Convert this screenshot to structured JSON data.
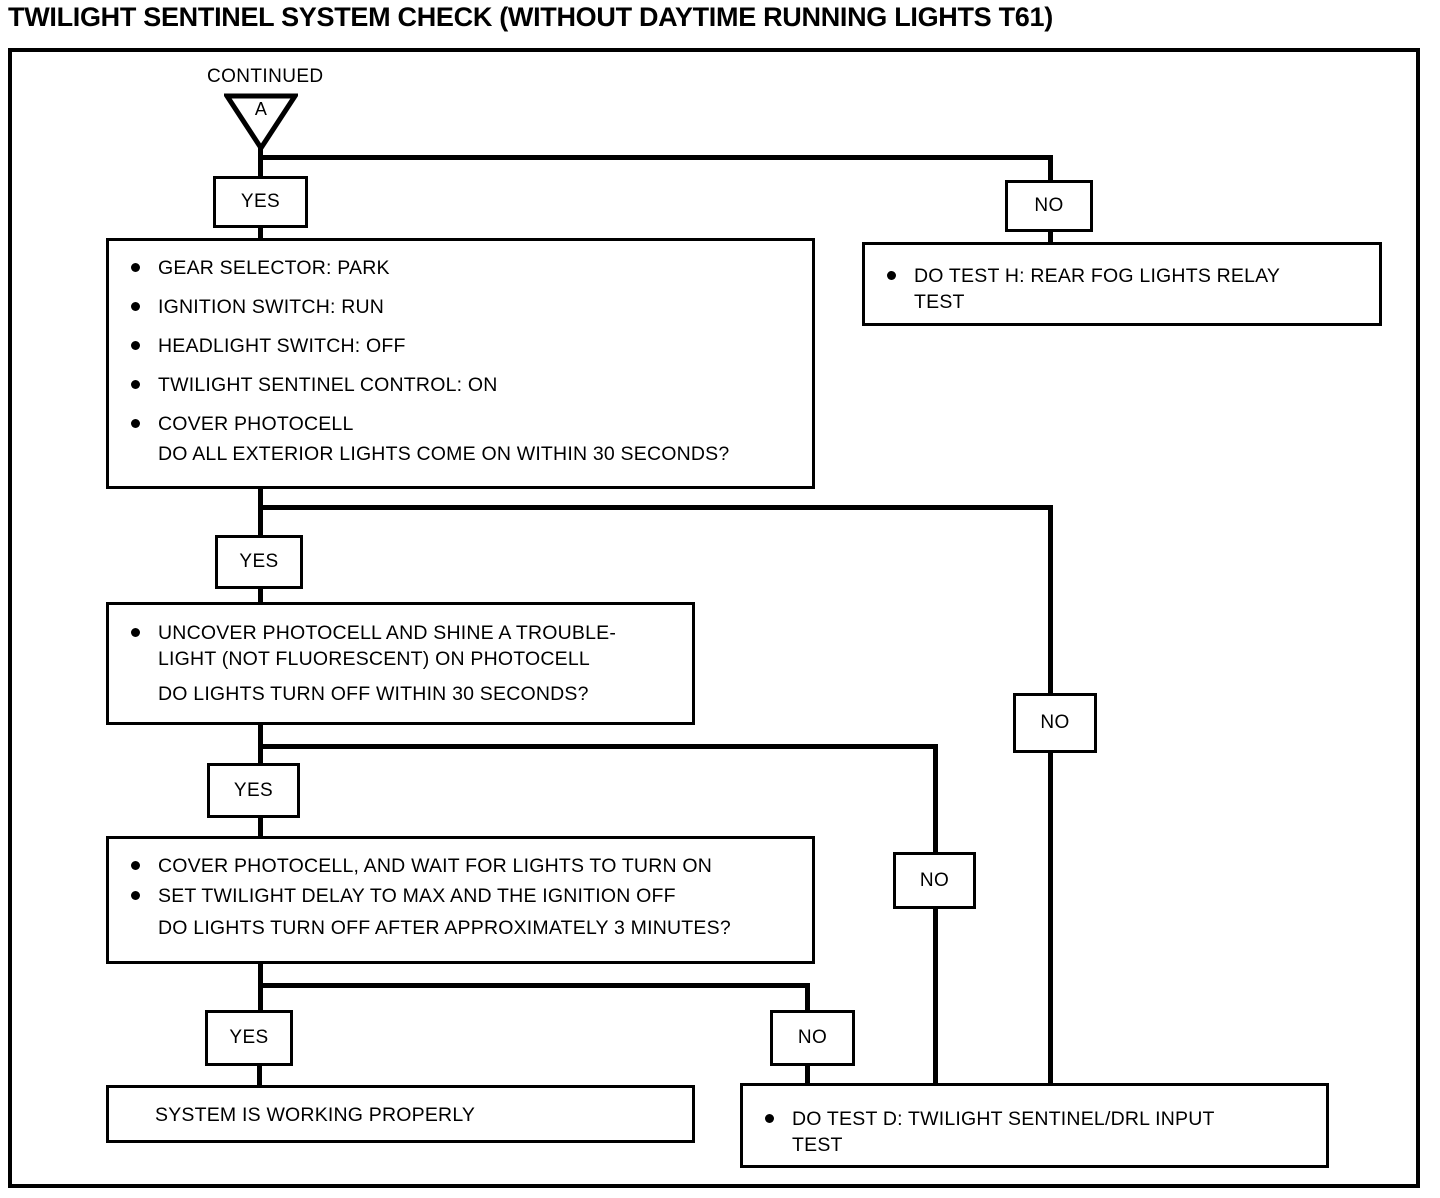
{
  "title": "TWILIGHT SENTINEL SYSTEM CHECK (WITHOUT DAYTIME RUNNING LIGHTS T61)",
  "connector": {
    "caption": "CONTINUED",
    "letter": "A"
  },
  "decisions": {
    "yes_1": "YES",
    "no_1": "NO",
    "yes_2": "YES",
    "no_2": "NO",
    "yes_3": "YES",
    "no_3": "NO",
    "yes_4": "YES",
    "no_4": "NO"
  },
  "steps": {
    "step1": {
      "bullets": [
        "GEAR SELECTOR: PARK",
        "IGNITION SWITCH: RUN",
        "HEADLIGHT SWITCH: OFF",
        "TWILIGHT SENTINEL CONTROL: ON",
        "COVER PHOTOCELL"
      ],
      "question": "DO ALL EXTERIOR LIGHTS COME ON WITHIN 30 SECONDS?"
    },
    "step2": {
      "bullet_line1": "UNCOVER PHOTOCELL AND SHINE A TROUBLE-",
      "bullet_line2": "LIGHT (NOT FLUORESCENT) ON PHOTOCELL",
      "question": "DO LIGHTS TURN OFF WITHIN 30 SECONDS?"
    },
    "step3": {
      "bullets": [
        "COVER PHOTOCELL, AND WAIT FOR LIGHTS TO TURN ON",
        "SET TWILIGHT DELAY TO MAX AND THE IGNITION OFF"
      ],
      "question": "DO LIGHTS TURN OFF AFTER APPROXIMATELY 3 MINUTES?"
    }
  },
  "outcomes": {
    "test_h_line1": "DO TEST H: REAR FOG LIGHTS RELAY",
    "test_h_line2": "TEST",
    "system_ok": "SYSTEM IS WORKING PROPERLY",
    "test_d_line1": "DO TEST D: TWILIGHT SENTINEL/DRL INPUT",
    "test_d_line2": "TEST"
  },
  "colors": {
    "ink": "#000000",
    "paper": "#ffffff"
  }
}
